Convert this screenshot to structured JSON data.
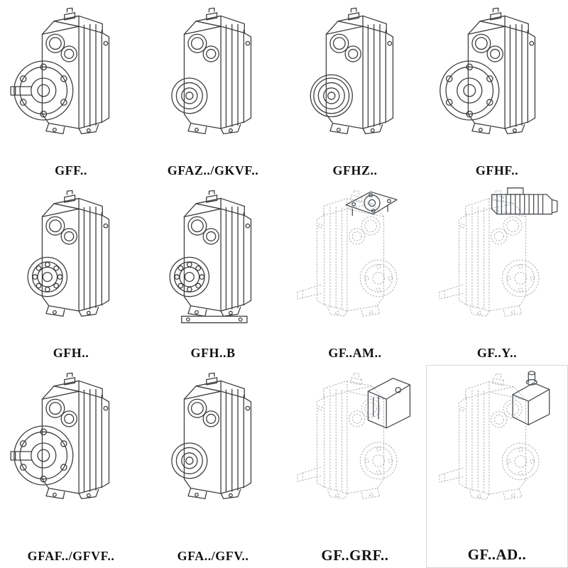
{
  "page": {
    "background": "#ffffff",
    "line_color_solid": "#3d3d3d",
    "line_color_phantom": "#b0b4ba",
    "label_color": "#121212"
  },
  "catalog": {
    "items": [
      {
        "label": "GFF..",
        "linework": "solid",
        "drawing": "flange-mounted-unit-with-solid-shaft"
      },
      {
        "label": "GFAZ../GKVF..",
        "linework": "solid",
        "drawing": "hollow-shaft-unit"
      },
      {
        "label": "GFHZ..",
        "linework": "solid",
        "drawing": "hollow-shaft-shrink-disc-unit"
      },
      {
        "label": "GFHF..",
        "linework": "solid",
        "drawing": "flange-mounted-hollow-shaft-unit"
      },
      {
        "label": "GFH..",
        "linework": "solid",
        "drawing": "shaft-mounted-unit"
      },
      {
        "label": "GFH..B",
        "linework": "solid",
        "drawing": "shaft-mounted-unit-with-base"
      },
      {
        "label": "GF..AM..",
        "linework": "phantom",
        "drawing": "unit-with-iec-adapter-flange"
      },
      {
        "label": "GF..Y..",
        "linework": "phantom",
        "drawing": "unit-with-mounted-motor"
      },
      {
        "label": "GFAF../GFVF..",
        "linework": "solid",
        "drawing": "flange-mounted-unit-with-solid-shaft"
      },
      {
        "label": "GFA../GFV..",
        "linework": "solid",
        "drawing": "hollow-shaft-unit"
      },
      {
        "label": "GF..GRF..",
        "linework": "phantom",
        "drawing": "unit-with-gear-adapter"
      },
      {
        "label": "GF..AD..",
        "linework": "phantom",
        "drawing": "unit-with-input-shaft-adapter"
      }
    ]
  }
}
